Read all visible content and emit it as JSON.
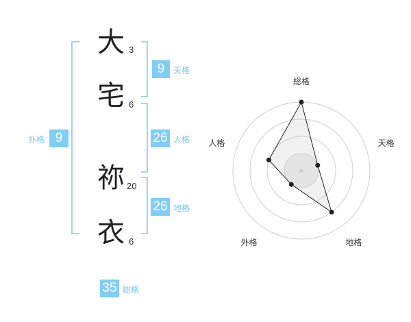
{
  "name": {
    "chars": [
      {
        "char": "大",
        "strokes": "3"
      },
      {
        "char": "宅",
        "strokes": "6"
      },
      {
        "char": "祢",
        "strokes": "20"
      },
      {
        "char": "衣",
        "strokes": "6"
      }
    ]
  },
  "fortunes": {
    "tenkaku": {
      "label": "天格",
      "value": "9"
    },
    "jinkaku": {
      "label": "人格",
      "value": "26"
    },
    "chikaku": {
      "label": "地格",
      "value": "26"
    },
    "gaikaku": {
      "label": "外格",
      "value": "9"
    },
    "soukaku": {
      "label": "総格",
      "value": "35"
    }
  },
  "colors": {
    "badge": "#82cdf6",
    "bracket": "#9fd4f4",
    "label": "#7cc4ec"
  },
  "chart_data": {
    "type": "radar",
    "axes": [
      "総格",
      "天格",
      "地格",
      "外格",
      "人格"
    ],
    "rings": 4,
    "values": [
      4,
      1,
      3,
      1,
      2
    ],
    "max": 4
  }
}
